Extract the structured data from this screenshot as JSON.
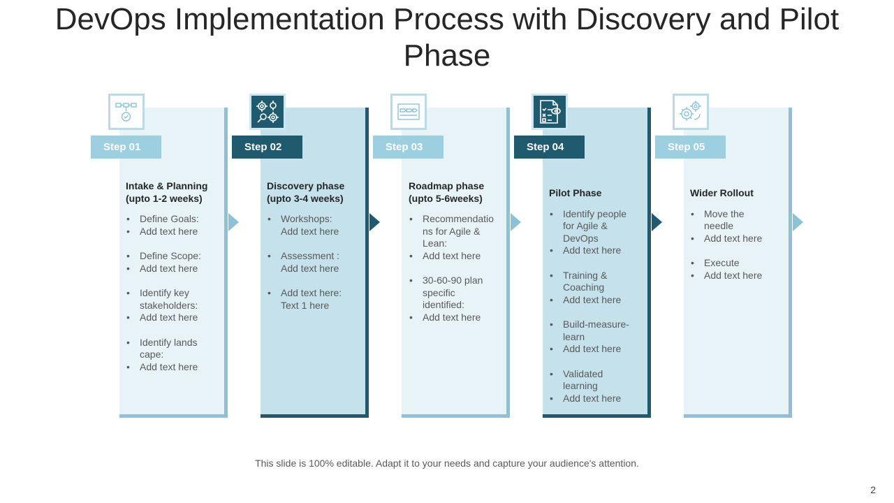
{
  "title": "DevOps Implementation Process with Discovery and Pilot Phase",
  "steps": [
    {
      "tag": "Step 01",
      "icon": "workflow-check-icon",
      "heading": [
        "Intake & Planning",
        "(upto 1-2 weeks)"
      ],
      "groups": [
        [
          [
            "Define Goals:"
          ],
          [
            "Add text here"
          ]
        ],
        [
          [
            "Define Scope:"
          ],
          [
            "Add text here"
          ]
        ],
        [
          [
            "Identify key",
            "stakeholders:"
          ],
          [
            "Add text here"
          ]
        ],
        [
          [
            "Identify lands",
            "cape:"
          ],
          [
            "Add text here"
          ]
        ]
      ]
    },
    {
      "tag": "Step 02",
      "icon": "gears-magnifier-icon",
      "heading": [
        "Discovery phase",
        "(upto 3-4 weeks)"
      ],
      "groups": [
        [
          [
            "Workshops:",
            "Add text here"
          ]
        ],
        [
          [
            "Assessment :",
            "Add text here"
          ]
        ],
        [
          [
            "Add text here:",
            "Text 1 here"
          ]
        ]
      ]
    },
    {
      "tag": "Step 03",
      "icon": "roadmap-arrows-icon",
      "heading": [
        "Roadmap phase",
        "(upto 5-6weeks)"
      ],
      "groups": [
        [
          [
            "Recommendatio",
            "ns for Agile &",
            "Lean:"
          ],
          [
            "Add text here"
          ]
        ],
        [
          [
            "30-60-90 plan",
            "specific",
            "identified:"
          ],
          [
            "Add text here"
          ]
        ]
      ]
    },
    {
      "tag": "Step 04",
      "icon": "checklist-eye-icon",
      "heading": [
        "Pilot Phase"
      ],
      "groups": [
        [
          [
            "Identify people",
            "for Agile &",
            "DevOps"
          ],
          [
            "Add text here"
          ]
        ],
        [
          [
            "Training &",
            "Coaching"
          ],
          [
            "Add text here"
          ]
        ],
        [
          [
            "Build-measure-",
            "learn"
          ],
          [
            "Add text here"
          ]
        ],
        [
          [
            "Validated",
            "learning"
          ],
          [
            "Add text here"
          ]
        ]
      ]
    },
    {
      "tag": "Step 05",
      "icon": "gears-cycle-icon",
      "heading": [
        "Wider Rollout"
      ],
      "groups": [
        [
          [
            "Move the",
            "needle"
          ],
          [
            "Add text here"
          ]
        ],
        [
          [
            "Execute"
          ],
          [
            "Add text here"
          ]
        ]
      ]
    }
  ],
  "footer": "This slide is 100% editable. Adapt it to your needs and capture your audience's attention.",
  "page_number": "2",
  "colors": {
    "light": "#8cc2d6",
    "dark": "#1f5a6e",
    "card_light": "#e8f3f8",
    "card_dark": "#c5e1ec"
  }
}
